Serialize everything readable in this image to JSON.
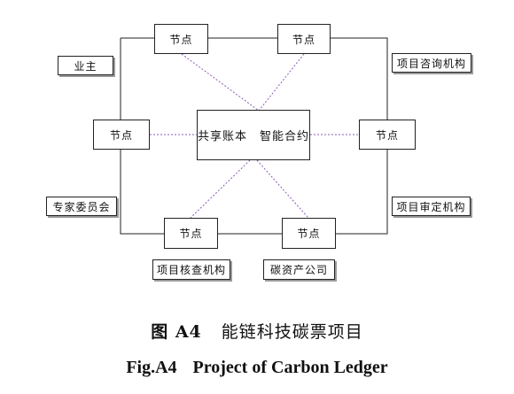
{
  "diagram": {
    "center_label": "共享账本　智能合约",
    "nodes": [
      "节点",
      "节点",
      "节点",
      "节点",
      "节点",
      "节点"
    ],
    "participants": {
      "owner": "业主",
      "consulting": "项目咨询机构",
      "expert_committee": "专家委员会",
      "approval": "项目审定机构",
      "verification": "项目核查机构",
      "carbon_asset_company": "碳资产公司"
    }
  },
  "caption": {
    "cn_number": "图 A4",
    "cn_title": "能链科技碳票项目",
    "en_number": "Fig.A4",
    "en_title": "Project of Carbon Ledger"
  }
}
